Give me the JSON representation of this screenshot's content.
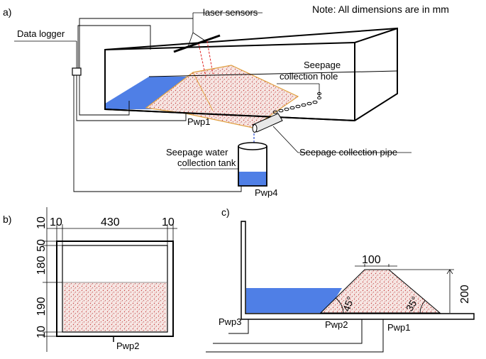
{
  "note": "Note: All dimensions are in mm",
  "panel_a": {
    "tag": "a)",
    "data_logger": "Data logger",
    "laser_sensors": "laser sensors",
    "seepage_hole_line1": "Seepage",
    "seepage_hole_line2": "collection hole",
    "pwp1": "Pwp1",
    "tank_line1": "Seepage water",
    "tank_line2": "collection tank",
    "pipe": "Seepage collection pipe",
    "pwp4": "Pwp4"
  },
  "panel_b": {
    "tag": "b)",
    "dim_left_top": "10",
    "dim_width": "430",
    "dim_right_top": "10",
    "dim_v_50": "50",
    "dim_v_180": "180",
    "dim_v_190": "190",
    "dim_v_10a": "10",
    "dim_v_10b": "10",
    "pwp2": "Pwp2"
  },
  "panel_c": {
    "tag": "c)",
    "crest": "100",
    "height": "200",
    "angle_up": "45°",
    "angle_down": "35°",
    "pwp3": "Pwp3",
    "pwp2": "Pwp2",
    "pwp1": "Pwp1"
  },
  "colors": {
    "water": "#4f7fe6",
    "soil_fill": "#f4e4e0",
    "soil_dots": "#c83a3a",
    "soil_edge": "#e0a040",
    "laser": "#e02020"
  }
}
